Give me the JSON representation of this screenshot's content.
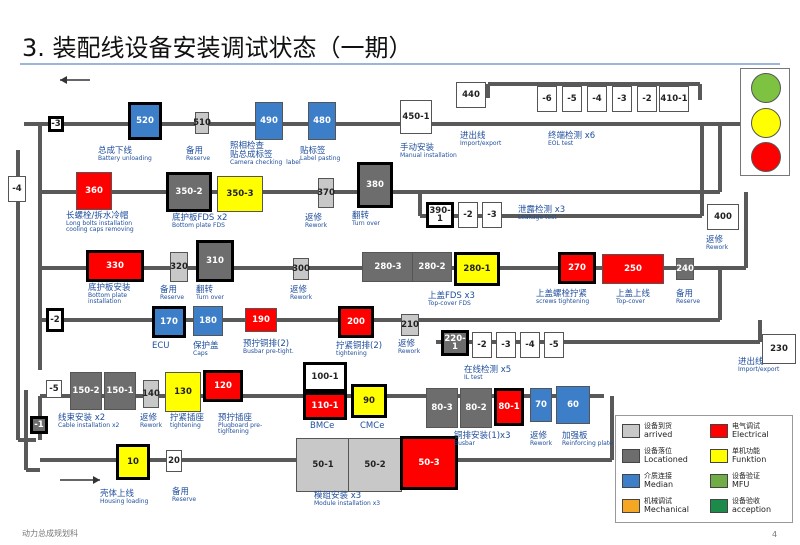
{
  "title": "3. 装配线设备安装调试状态（一期）",
  "footer": "动力总成规划科",
  "page_number": "4",
  "colors": {
    "arrived": "#c8c8c8",
    "locationed": "#6d6d6d",
    "median": "#3d7ec9",
    "mechanical": "#f5a623",
    "electrical": "#ff0000",
    "funktion": "#ffff00",
    "mfu": "#70ad47",
    "acception": "#1b8a4a",
    "line": "#595959"
  },
  "traffic_light": [
    "green",
    "yellow",
    "red"
  ],
  "boxes": [
    {
      "id": "-3",
      "text": "-3",
      "status": "white"
    },
    {
      "id": "520",
      "text": "520",
      "status": "median"
    },
    {
      "id": "510",
      "text": "510",
      "status": "arrived"
    },
    {
      "id": "490",
      "text": "490",
      "status": "median"
    },
    {
      "id": "480",
      "text": "480",
      "status": "median"
    },
    {
      "id": "450-1",
      "text": "450-1",
      "status": "white"
    },
    {
      "id": "440",
      "text": "440",
      "status": "white"
    },
    {
      "id": "-6",
      "text": "-6",
      "status": "white"
    },
    {
      "id": "-5a",
      "text": "-5",
      "status": "white"
    },
    {
      "id": "-4a",
      "text": "-4",
      "status": "white"
    },
    {
      "id": "-3a",
      "text": "-3",
      "status": "white"
    },
    {
      "id": "-2a",
      "text": "-2",
      "status": "white"
    },
    {
      "id": "410-1",
      "text": "410-1",
      "status": "white"
    },
    {
      "id": "-4",
      "text": "-4",
      "status": "white"
    },
    {
      "id": "360",
      "text": "360",
      "status": "electrical"
    },
    {
      "id": "350-2",
      "text": "350-2",
      "status": "locationed"
    },
    {
      "id": "350-3",
      "text": "350-3",
      "status": "funktion"
    },
    {
      "id": "370",
      "text": "370",
      "status": "arrived"
    },
    {
      "id": "380",
      "text": "380",
      "status": "locationed"
    },
    {
      "id": "390-1",
      "text": "390-1",
      "status": "white"
    },
    {
      "id": "-2b",
      "text": "-2",
      "status": "white"
    },
    {
      "id": "-3b",
      "text": "-3",
      "status": "white"
    },
    {
      "id": "400",
      "text": "400",
      "status": "white"
    },
    {
      "id": "330",
      "text": "330",
      "status": "electrical"
    },
    {
      "id": "320",
      "text": "320",
      "status": "arrived"
    },
    {
      "id": "310",
      "text": "310",
      "status": "locationed"
    },
    {
      "id": "300",
      "text": "300",
      "status": "arrived"
    },
    {
      "id": "280-3",
      "text": "280-3",
      "status": "locationed"
    },
    {
      "id": "280-2",
      "text": "280-2",
      "status": "locationed"
    },
    {
      "id": "280-1",
      "text": "280-1",
      "status": "funktion"
    },
    {
      "id": "270",
      "text": "270",
      "status": "electrical"
    },
    {
      "id": "250",
      "text": "250",
      "status": "electrical"
    },
    {
      "id": "240",
      "text": "240",
      "status": "locationed"
    },
    {
      "id": "-2",
      "text": "-2",
      "status": "white"
    },
    {
      "id": "170",
      "text": "170",
      "status": "median"
    },
    {
      "id": "180",
      "text": "180",
      "status": "median"
    },
    {
      "id": "190",
      "text": "190",
      "status": "electrical"
    },
    {
      "id": "200",
      "text": "200",
      "status": "electrical"
    },
    {
      "id": "210",
      "text": "210",
      "status": "arrived"
    },
    {
      "id": "220-1",
      "text": "220-1",
      "status": "locationed"
    },
    {
      "id": "-2c",
      "text": "-2",
      "status": "white"
    },
    {
      "id": "-3c",
      "text": "-3",
      "status": "white"
    },
    {
      "id": "-4c",
      "text": "-4",
      "status": "white"
    },
    {
      "id": "-5c",
      "text": "-5",
      "status": "white"
    },
    {
      "id": "230",
      "text": "230",
      "status": "white"
    },
    {
      "id": "-5",
      "text": "-5",
      "status": "white"
    },
    {
      "id": "150-2",
      "text": "150-2",
      "status": "locationed"
    },
    {
      "id": "150-1",
      "text": "150-1",
      "status": "locationed"
    },
    {
      "id": "140",
      "text": "140",
      "status": "arrived"
    },
    {
      "id": "130",
      "text": "130",
      "status": "funktion"
    },
    {
      "id": "120",
      "text": "120",
      "status": "electrical"
    },
    {
      "id": "100-1",
      "text": "100-1",
      "status": "white"
    },
    {
      "id": "110-1",
      "text": "110-1",
      "status": "electrical"
    },
    {
      "id": "90",
      "text": "90",
      "status": "funktion"
    },
    {
      "id": "80-3",
      "text": "80-3",
      "status": "locationed"
    },
    {
      "id": "80-2",
      "text": "80-2",
      "status": "locationed"
    },
    {
      "id": "80-1",
      "text": "80-1",
      "status": "electrical"
    },
    {
      "id": "70",
      "text": "70",
      "status": "median"
    },
    {
      "id": "60",
      "text": "60",
      "status": "median"
    },
    {
      "id": "-1",
      "text": "-1",
      "status": "locationed"
    },
    {
      "id": "10",
      "text": "10",
      "status": "funktion"
    },
    {
      "id": "20",
      "text": "20",
      "status": "white"
    },
    {
      "id": "50-1",
      "text": "50-1",
      "status": "arrived"
    },
    {
      "id": "50-2",
      "text": "50-2",
      "status": "arrived"
    },
    {
      "id": "50-3",
      "text": "50-3",
      "status": "electrical"
    }
  ],
  "labels": [
    {
      "cn": "总成下线",
      "en": "Battery unloading"
    },
    {
      "cn": "备用",
      "en": "Reserve"
    },
    {
      "cn": "照相检查\n贴总成标签",
      "en": "Camera checking  label"
    },
    {
      "cn": "贴标签",
      "en": "Label pasting"
    },
    {
      "cn": "手动安装",
      "en": "Manual installation"
    },
    {
      "cn": "进出线",
      "en": "Import/export"
    },
    {
      "cn": "终端检测 x6",
      "en": "EOL test"
    },
    {
      "cn": "长螺栓/拆水冷帽",
      "en": "Long bolts installation\ncooling caps removing"
    },
    {
      "cn": "底护板FDS x2",
      "en": "Bottom plate FDS"
    },
    {
      "cn": "返修",
      "en": "Rework"
    },
    {
      "cn": "翻转",
      "en": "Turn over"
    },
    {
      "cn": "泄露检测 x3",
      "en": "Leakage test"
    },
    {
      "cn": "返修",
      "en": "Rework"
    },
    {
      "cn": "底护板安装",
      "en": "Bottom plate\ninstallation"
    },
    {
      "cn": "备用",
      "en": "Reserve"
    },
    {
      "cn": "翻转",
      "en": "Turn over"
    },
    {
      "cn": "返修",
      "en": "Rework"
    },
    {
      "cn": "上盖FDS x3",
      "en": "Top-cover FDS"
    },
    {
      "cn": "上盖螺栓拧紧",
      "en": "screws tightening"
    },
    {
      "cn": "上盖上线",
      "en": "Top-cover"
    },
    {
      "cn": "备用",
      "en": "Reserve"
    },
    {
      "cn": "ECU",
      "en": ""
    },
    {
      "cn": "保护盖",
      "en": "Caps"
    },
    {
      "cn": "预拧铜排(2)",
      "en": "Busbar pre-tight."
    },
    {
      "cn": "拧紧铜排(2)",
      "en": "tightening"
    },
    {
      "cn": "返修",
      "en": "Rework"
    },
    {
      "cn": "在线检测 x5",
      "en": "IL test"
    },
    {
      "cn": "进出线",
      "en": "Import/export"
    },
    {
      "cn": "线束安装 x2",
      "en": "Cable installation x2"
    },
    {
      "cn": "返修",
      "en": "Rework"
    },
    {
      "cn": "拧紧插座",
      "en": "tightening"
    },
    {
      "cn": "预拧插座",
      "en": "Plugboard pre-\ntightening"
    },
    {
      "cn": "BMCe",
      "en": ""
    },
    {
      "cn": "CMCe",
      "en": ""
    },
    {
      "cn": "铜排安装(1)x3",
      "en": "Busbar"
    },
    {
      "cn": "返修",
      "en": "Rework"
    },
    {
      "cn": "加强板",
      "en": "Reinforcing plate"
    },
    {
      "cn": "壳体上线",
      "en": "Housing loading"
    },
    {
      "cn": "备用",
      "en": "Reserve"
    },
    {
      "cn": "模组安装 x3",
      "en": "Module installation x3"
    }
  ],
  "legend": [
    {
      "key": "arrived",
      "cn": "设备到货",
      "en": "arrived"
    },
    {
      "key": "electrical",
      "cn": "电气调试",
      "en": "Electrical"
    },
    {
      "key": "locationed",
      "cn": "设备落位",
      "en": "Locationed"
    },
    {
      "key": "funktion",
      "cn": "单机功能",
      "en": "Funktion"
    },
    {
      "key": "median",
      "cn": "介质连接",
      "en": "Median"
    },
    {
      "key": "mfu",
      "cn": "设备验证",
      "en": "MFU"
    },
    {
      "key": "mechanical",
      "cn": "机械调试",
      "en": "Mechanical"
    },
    {
      "key": "acception",
      "cn": "设备验收",
      "en": "acception"
    }
  ]
}
